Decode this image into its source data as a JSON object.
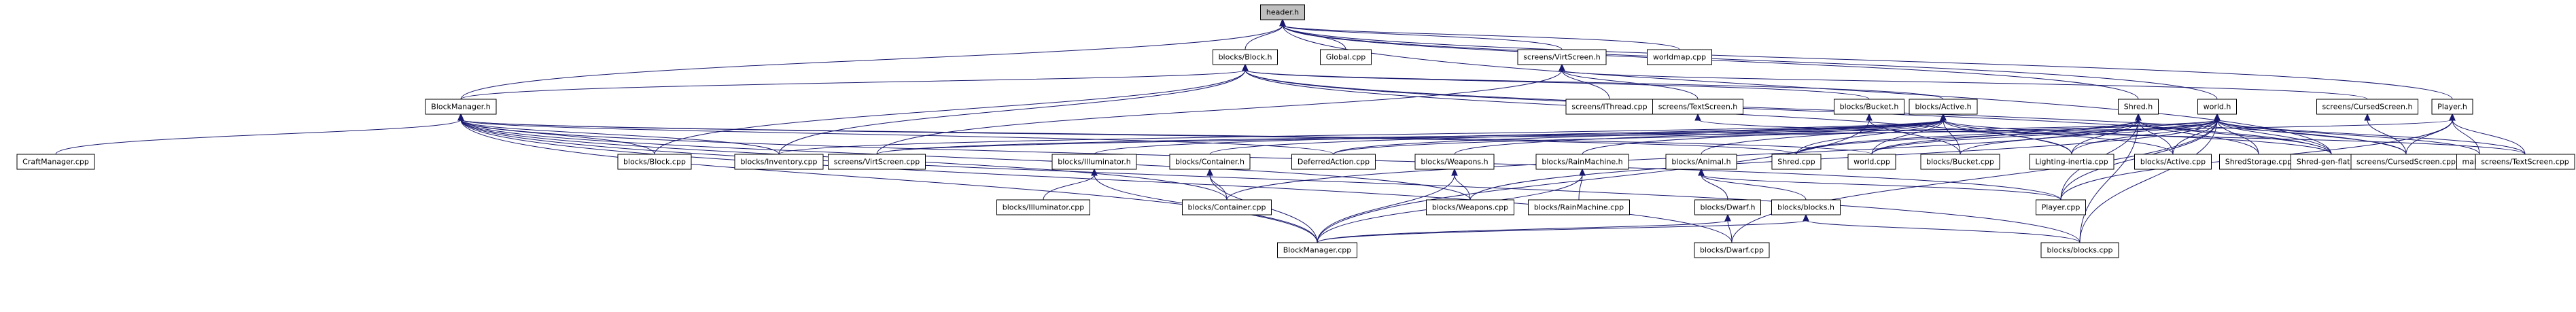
{
  "diagram": {
    "nodes": [
      {
        "id": "header_h",
        "label": "header.h",
        "root": true
      },
      {
        "id": "block_h",
        "label": "blocks/Block.h"
      },
      {
        "id": "global_cpp",
        "label": "Global.cpp"
      },
      {
        "id": "virtscreen_h",
        "label": "screens/VirtScreen.h"
      },
      {
        "id": "worldmap_cpp",
        "label": "worldmap.cpp"
      },
      {
        "id": "blockmanager_h",
        "label": "BlockManager.h"
      },
      {
        "id": "bucket_h",
        "label": "blocks/Bucket.h"
      },
      {
        "id": "active_h",
        "label": "blocks/Active.h"
      },
      {
        "id": "shred_h",
        "label": "Shred.h"
      },
      {
        "id": "world_h",
        "label": "world.h"
      },
      {
        "id": "cursedscreen_h",
        "label": "screens/CursedScreen.h"
      },
      {
        "id": "player_h",
        "label": "Player.h"
      },
      {
        "id": "ithread_cpp",
        "label": "screens/IThread.cpp"
      },
      {
        "id": "textscreen_h",
        "label": "screens/TextScreen.h"
      },
      {
        "id": "craftmanager_cpp",
        "label": "CraftManager.cpp"
      },
      {
        "id": "block_cpp",
        "label": "blocks/Block.cpp"
      },
      {
        "id": "inventory_cpp",
        "label": "blocks/Inventory.cpp"
      },
      {
        "id": "illuminator_h",
        "label": "blocks/Illuminator.h"
      },
      {
        "id": "container_h",
        "label": "blocks/Container.h"
      },
      {
        "id": "deferredaction_cpp",
        "label": "DeferredAction.cpp"
      },
      {
        "id": "weapons_h",
        "label": "blocks/Weapons.h"
      },
      {
        "id": "rainmachine_h",
        "label": "blocks/RainMachine.h"
      },
      {
        "id": "animal_h",
        "label": "blocks/Animal.h"
      },
      {
        "id": "shred_cpp",
        "label": "Shred.cpp"
      },
      {
        "id": "world_cpp",
        "label": "world.cpp"
      },
      {
        "id": "bucket_cpp",
        "label": "blocks/Bucket.cpp"
      },
      {
        "id": "lighting_cpp",
        "label": "Lighting-inertia.cpp"
      },
      {
        "id": "active_cpp",
        "label": "blocks/Active.cpp"
      },
      {
        "id": "shredstorage_cpp",
        "label": "ShredStorage.cpp"
      },
      {
        "id": "shredgen_cpp",
        "label": "Shred-gen-flat.cpp"
      },
      {
        "id": "cursedscreen_cpp",
        "label": "screens/CursedScreen.cpp"
      },
      {
        "id": "main_cpp",
        "label": "main.cpp"
      },
      {
        "id": "textscreen_cpp",
        "label": "screens/TextScreen.cpp"
      },
      {
        "id": "virtscreen_cpp",
        "label": "screens/VirtScreen.cpp"
      },
      {
        "id": "illuminator_cpp",
        "label": "blocks/Illuminator.cpp"
      },
      {
        "id": "container_cpp",
        "label": "blocks/Container.cpp"
      },
      {
        "id": "weapons_cpp",
        "label": "blocks/Weapons.cpp"
      },
      {
        "id": "rainmachine_cpp",
        "label": "blocks/RainMachine.cpp"
      },
      {
        "id": "dwarf_h",
        "label": "blocks/Dwarf.h"
      },
      {
        "id": "blocks_h",
        "label": "blocks/blocks.h"
      },
      {
        "id": "player_cpp",
        "label": "Player.cpp"
      },
      {
        "id": "blockmanager_cpp",
        "label": "BlockManager.cpp"
      },
      {
        "id": "dwarf_cpp",
        "label": "blocks/Dwarf.cpp"
      },
      {
        "id": "blocks_cpp",
        "label": "blocks/blocks.cpp"
      }
    ],
    "edges": [
      [
        "header_h",
        "block_h"
      ],
      [
        "header_h",
        "global_cpp"
      ],
      [
        "header_h",
        "virtscreen_h"
      ],
      [
        "header_h",
        "worldmap_cpp"
      ],
      [
        "header_h",
        "blockmanager_h"
      ],
      [
        "header_h",
        "shred_h"
      ],
      [
        "header_h",
        "world_h"
      ],
      [
        "header_h",
        "player_h"
      ],
      [
        "header_h",
        "shredgen_cpp"
      ],
      [
        "block_h",
        "blockmanager_h"
      ],
      [
        "block_h",
        "bucket_h"
      ],
      [
        "block_h",
        "active_h"
      ],
      [
        "block_h",
        "inventory_cpp"
      ],
      [
        "block_h",
        "lighting_cpp"
      ],
      [
        "block_h",
        "shredgen_cpp"
      ],
      [
        "block_h",
        "cursedscreen_cpp"
      ],
      [
        "block_h",
        "block_cpp"
      ],
      [
        "virtscreen_h",
        "cursedscreen_h"
      ],
      [
        "virtscreen_h",
        "ithread_cpp"
      ],
      [
        "virtscreen_h",
        "textscreen_h"
      ],
      [
        "virtscreen_h",
        "virtscreen_cpp"
      ],
      [
        "blockmanager_h",
        "craftmanager_cpp"
      ],
      [
        "blockmanager_h",
        "block_cpp"
      ],
      [
        "blockmanager_h",
        "inventory_cpp"
      ],
      [
        "blockmanager_h",
        "deferredaction_cpp"
      ],
      [
        "blockmanager_h",
        "shred_cpp"
      ],
      [
        "blockmanager_h",
        "world_cpp"
      ],
      [
        "blockmanager_h",
        "container_cpp"
      ],
      [
        "blockmanager_h",
        "weapons_cpp"
      ],
      [
        "blockmanager_h",
        "player_cpp"
      ],
      [
        "blockmanager_h",
        "blockmanager_cpp"
      ],
      [
        "blockmanager_h",
        "dwarf_cpp"
      ],
      [
        "blockmanager_h",
        "blocks_cpp"
      ],
      [
        "bucket_h",
        "blockmanager_cpp"
      ],
      [
        "bucket_h",
        "bucket_cpp"
      ],
      [
        "active_h",
        "inventory_cpp"
      ],
      [
        "active_h",
        "illuminator_h"
      ],
      [
        "active_h",
        "container_h"
      ],
      [
        "active_h",
        "deferredaction_cpp"
      ],
      [
        "active_h",
        "weapons_h"
      ],
      [
        "active_h",
        "rainmachine_h"
      ],
      [
        "active_h",
        "animal_h"
      ],
      [
        "active_h",
        "shred_cpp"
      ],
      [
        "active_h",
        "world_cpp"
      ],
      [
        "active_h",
        "bucket_cpp"
      ],
      [
        "active_h",
        "lighting_cpp"
      ],
      [
        "active_h",
        "active_cpp"
      ],
      [
        "active_h",
        "shredgen_cpp"
      ],
      [
        "shred_h",
        "shred_cpp"
      ],
      [
        "shred_h",
        "world_cpp"
      ],
      [
        "shred_h",
        "lighting_cpp"
      ],
      [
        "shred_h",
        "active_cpp"
      ],
      [
        "shred_h",
        "shredgen_cpp"
      ],
      [
        "shred_h",
        "player_cpp"
      ],
      [
        "shred_h",
        "blocks_cpp"
      ],
      [
        "shred_h",
        "container_cpp"
      ],
      [
        "shred_h",
        "shredstorage_cpp"
      ],
      [
        "world_h",
        "shred_cpp"
      ],
      [
        "world_h",
        "world_cpp"
      ],
      [
        "world_h",
        "bucket_cpp"
      ],
      [
        "world_h",
        "lighting_cpp"
      ],
      [
        "world_h",
        "active_cpp"
      ],
      [
        "world_h",
        "shredstorage_cpp"
      ],
      [
        "world_h",
        "shredgen_cpp"
      ],
      [
        "world_h",
        "cursedscreen_cpp"
      ],
      [
        "world_h",
        "main_cpp"
      ],
      [
        "world_h",
        "textscreen_cpp"
      ],
      [
        "world_h",
        "virtscreen_cpp"
      ],
      [
        "world_h",
        "player_cpp"
      ],
      [
        "world_h",
        "weapons_cpp"
      ],
      [
        "world_h",
        "dwarf_cpp"
      ],
      [
        "world_h",
        "blocks_cpp"
      ],
      [
        "world_h",
        "deferredaction_cpp"
      ],
      [
        "cursedscreen_h",
        "cursedscreen_cpp"
      ],
      [
        "player_h",
        "cursedscreen_cpp"
      ],
      [
        "player_h",
        "main_cpp"
      ],
      [
        "player_h",
        "textscreen_cpp"
      ],
      [
        "player_h",
        "virtscreen_cpp"
      ],
      [
        "player_h",
        "player_cpp"
      ],
      [
        "textscreen_h",
        "textscreen_cpp"
      ],
      [
        "illuminator_h",
        "illuminator_cpp"
      ],
      [
        "illuminator_h",
        "blockmanager_cpp"
      ],
      [
        "container_h",
        "container_cpp"
      ],
      [
        "container_h",
        "blockmanager_cpp"
      ],
      [
        "weapons_h",
        "weapons_cpp"
      ],
      [
        "weapons_h",
        "blockmanager_cpp"
      ],
      [
        "rainmachine_h",
        "rainmachine_cpp"
      ],
      [
        "rainmachine_h",
        "blockmanager_cpp"
      ],
      [
        "animal_h",
        "dwarf_h"
      ],
      [
        "animal_h",
        "blocks_h"
      ],
      [
        "animal_h",
        "player_cpp"
      ],
      [
        "dwarf_h",
        "blockmanager_cpp"
      ],
      [
        "dwarf_h",
        "dwarf_cpp"
      ],
      [
        "blocks_h",
        "blockmanager_cpp"
      ],
      [
        "blocks_h",
        "blocks_cpp"
      ]
    ]
  }
}
